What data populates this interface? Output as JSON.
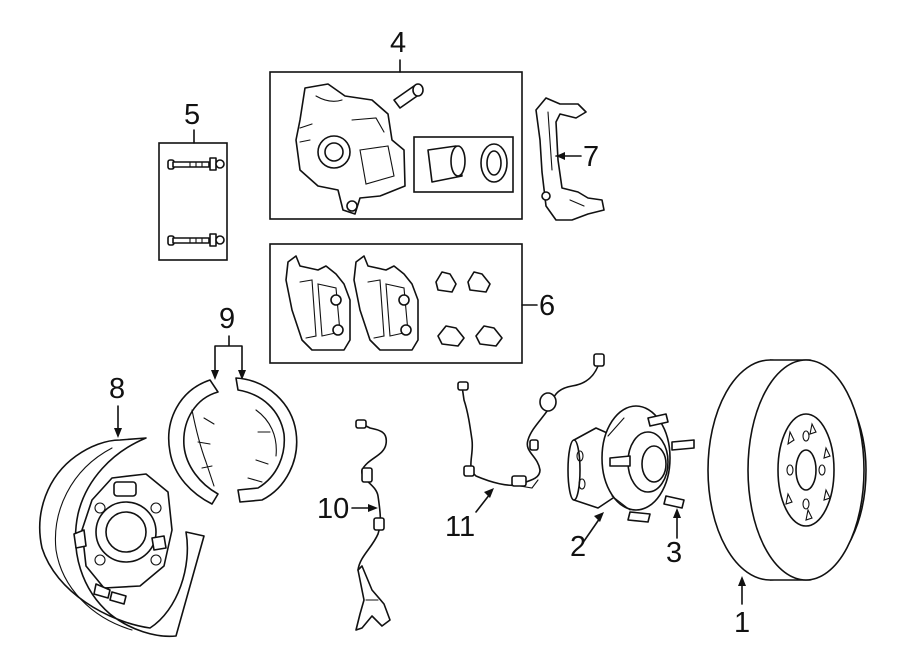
{
  "callouts": {
    "c1": "1",
    "c2": "2",
    "c3": "3",
    "c4": "4",
    "c5": "5",
    "c6": "6",
    "c7": "7",
    "c8": "8",
    "c9": "9",
    "c10": "10",
    "c11": "11"
  },
  "parts": [
    {
      "callout": "1",
      "icon": "brake-rotor-icon"
    },
    {
      "callout": "2",
      "icon": "hub-bearing-icon"
    },
    {
      "callout": "3",
      "icon": "wheel-stud-icon"
    },
    {
      "callout": "4",
      "icon": "caliper-assembly-icon"
    },
    {
      "callout": "5",
      "icon": "caliper-bolts-icon"
    },
    {
      "callout": "6",
      "icon": "brake-pads-icon"
    },
    {
      "callout": "7",
      "icon": "caliper-bracket-icon"
    },
    {
      "callout": "8",
      "icon": "backing-plate-icon"
    },
    {
      "callout": "9",
      "icon": "parking-brake-shoes-icon"
    },
    {
      "callout": "10",
      "icon": "abs-sensor-icon"
    },
    {
      "callout": "11",
      "icon": "sensor-harness-icon"
    }
  ],
  "colors": {
    "line": "#111111",
    "background": "#ffffff"
  }
}
